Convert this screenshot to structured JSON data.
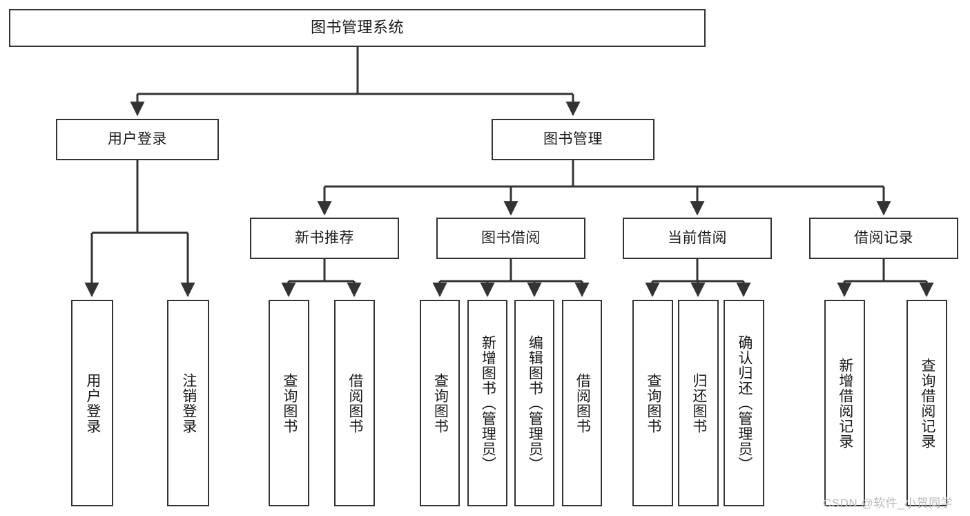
{
  "diagram": {
    "title": "图书管理系统",
    "root": {
      "id": "root",
      "label": "图书管理系统"
    },
    "level2": [
      {
        "id": "user-login",
        "label": "用户登录"
      },
      {
        "id": "book-manage",
        "label": "图书管理"
      }
    ],
    "level3": [
      {
        "id": "new-book-recommend",
        "label": "新书推荐"
      },
      {
        "id": "book-borrow",
        "label": "图书借阅"
      },
      {
        "id": "current-borrow",
        "label": "当前借阅"
      },
      {
        "id": "borrow-record",
        "label": "借阅记录"
      }
    ],
    "leaves": {
      "user_login": [
        {
          "id": "leaf-user-login",
          "label": "用户登录"
        },
        {
          "id": "leaf-logout-login",
          "label": "注销登录"
        }
      ],
      "new_book_recommend": [
        {
          "id": "leaf-query-book-1",
          "label": "查询图书"
        },
        {
          "id": "leaf-borrow-book-1",
          "label": "借阅图书"
        }
      ],
      "book_borrow": [
        {
          "id": "leaf-query-book-2",
          "label": "查询图书"
        },
        {
          "id": "leaf-add-book",
          "label": "新增图书（管理员）"
        },
        {
          "id": "leaf-edit-book",
          "label": "编辑图书（管理员）"
        },
        {
          "id": "leaf-borrow-book-2",
          "label": "借阅图书"
        }
      ],
      "current_borrow": [
        {
          "id": "leaf-query-book-3",
          "label": "查询图书"
        },
        {
          "id": "leaf-return-book",
          "label": "归还图书"
        },
        {
          "id": "leaf-confirm-return",
          "label": "确认归还（管理员）"
        }
      ],
      "borrow_record": [
        {
          "id": "leaf-add-record",
          "label": "新增借阅记录"
        },
        {
          "id": "leaf-query-record",
          "label": "查询借阅记录"
        }
      ]
    }
  },
  "watermark": "CSDN @软件_小贺同学",
  "colors": {
    "stroke": "#333333",
    "background": "#ffffff",
    "text": "#1a1a1a",
    "watermark": "#b9b9b9"
  }
}
